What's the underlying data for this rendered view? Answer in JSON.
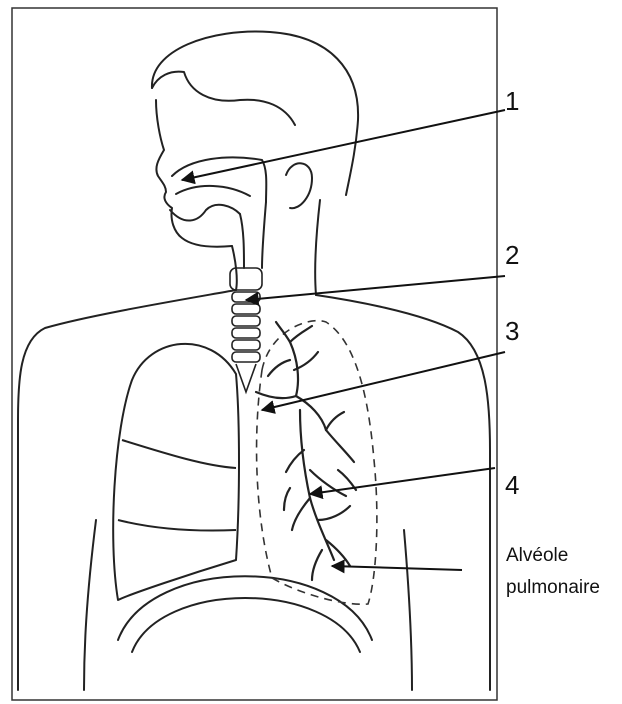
{
  "labels": {
    "l1": "1",
    "l2": "2",
    "l3": "3",
    "l4": "4",
    "alveole_line1": "Alvéole",
    "alveole_line2": "pulmonaire"
  },
  "colors": {
    "ink": "#222222",
    "frame": "#333333"
  }
}
